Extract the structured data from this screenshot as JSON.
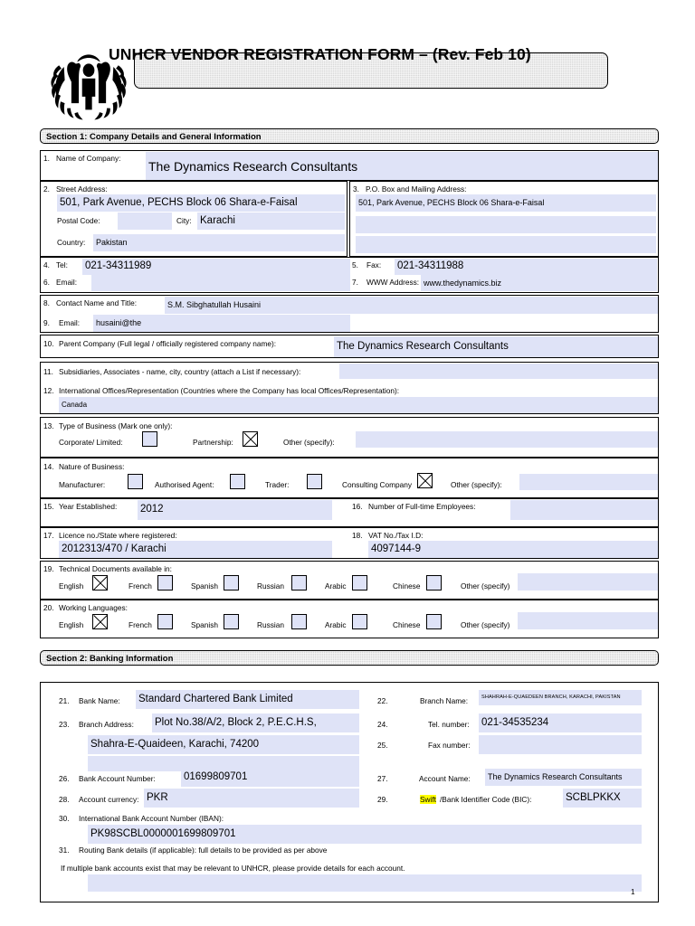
{
  "document": {
    "title": "UNHCR VENDOR REGISTRATION FORM – (Rev. Feb 10)",
    "logo_alt": "unhcr-logo",
    "page_number": "1"
  },
  "sections": {
    "section1_title": "Section 1: Company Details and General Information",
    "section2_title": "Section 2: Banking Information"
  },
  "fields": {
    "f1": {
      "num": "1.",
      "label": "Name of Company:",
      "value": "The Dynamics Research Consultants"
    },
    "f2": {
      "num": "2.",
      "label": "Street Address:",
      "street": "501, Park Avenue, PECHS Block 06 Shara-e-Faisal",
      "postal_label": "Postal Code:",
      "postal_value": "",
      "city_label": "City:",
      "city_value": "Karachi",
      "country_label": "Country:",
      "country_value": "Pakistan"
    },
    "f3": {
      "num": "3.",
      "label": "P.O. Box and Mailing Address:",
      "line1": "501, Park Avenue, PECHS Block 06 Shara-e-Faisal",
      "line2": "",
      "line3": ""
    },
    "f4": {
      "num": "4.",
      "label": "Tel:",
      "value": "021-34311989"
    },
    "f5": {
      "num": "5.",
      "label": "Fax:",
      "value": "021-34311988"
    },
    "f6": {
      "num": "6.",
      "label": "Email:",
      "value": ""
    },
    "f7": {
      "num": "7.",
      "label": "WWW Address:",
      "value": "www.thedynamics.biz"
    },
    "f8": {
      "num": "8.",
      "label": "Contact Name and Title:",
      "value": "S.M. Sibghatullah Husaini"
    },
    "f9": {
      "num": "9.",
      "label": "Email:",
      "value": "husaini@the"
    },
    "f10": {
      "num": "10.",
      "label": "Parent Company (Full legal / officially registered company name):",
      "value": "The Dynamics Research Consultants"
    },
    "f11": {
      "num": "11.",
      "label": "Subsidiaries, Associates - name, city, country (attach a List if necessary):",
      "value": ""
    },
    "f12": {
      "num": "12.",
      "label": "International Offices/Representation (Countries where the Company has local Offices/Representation):",
      "value": "Canada"
    },
    "f13": {
      "num": "13.",
      "label": "Type of Business (Mark one only):",
      "options": [
        {
          "label": "Corporate/ Limited:",
          "checked": false
        },
        {
          "label": "Partnership:",
          "checked": true
        },
        {
          "label": "Other (specify):",
          "checked": false
        }
      ],
      "other_value": ""
    },
    "f14": {
      "num": "14.",
      "label": "Nature of Business:",
      "options": [
        {
          "label": "Manufacturer:",
          "checked": false
        },
        {
          "label": "Authorised Agent:",
          "checked": false
        },
        {
          "label": "Trader:",
          "checked": false
        },
        {
          "label": "Consulting Company",
          "checked": true
        },
        {
          "label": "Other (specify):",
          "checked": false
        }
      ],
      "other_value": ""
    },
    "f15": {
      "num": "15.",
      "label": "Year Established:",
      "value": "2012"
    },
    "f16": {
      "num": "16.",
      "label": "Number of Full-time Employees:",
      "value": ""
    },
    "f17": {
      "num": "17.",
      "label": "Licence no./State where registered:",
      "value": "2012313/470 / Karachi"
    },
    "f18": {
      "num": "18.",
      "label": "VAT No./Tax I.D:",
      "value": "4097144-9"
    },
    "f19": {
      "num": "19.",
      "label": "Technical Documents available in:",
      "languages": [
        {
          "label": "English",
          "checked": true
        },
        {
          "label": "French",
          "checked": false
        },
        {
          "label": "Spanish",
          "checked": false
        },
        {
          "label": "Russian",
          "checked": false
        },
        {
          "label": "Arabic",
          "checked": false
        },
        {
          "label": "Chinese",
          "checked": false
        }
      ],
      "other_label": "Other (specify)",
      "other_value": ""
    },
    "f20": {
      "num": "20.",
      "label": "Working Languages:",
      "languages": [
        {
          "label": "English",
          "checked": true
        },
        {
          "label": "French",
          "checked": false
        },
        {
          "label": "Spanish",
          "checked": false
        },
        {
          "label": "Russian",
          "checked": false
        },
        {
          "label": "Arabic",
          "checked": false
        },
        {
          "label": "Chinese",
          "checked": false
        }
      ],
      "other_label": "Other (specify)",
      "other_value": ""
    },
    "f21": {
      "num": "21.",
      "label": "Bank Name:",
      "value": "Standard Chartered Bank Limited"
    },
    "f22": {
      "num": "22.",
      "label": "Branch Name:",
      "value": "SHAHRAH-E-QUAEDEEN BRANCH, KARACHI, PAKISTAN"
    },
    "f23": {
      "num": "23.",
      "label": "Branch Address:",
      "line1": "Plot No.38/A/2, Block 2, P.E.C.H.S,",
      "line2": "Shahra-E-Quaideen, Karachi, 74200",
      "line3": ""
    },
    "f24": {
      "num": "24.",
      "label": "Tel. number:",
      "value": "021-34535234"
    },
    "f25": {
      "num": "25.",
      "label": "Fax number:",
      "value": ""
    },
    "f26": {
      "num": "26.",
      "label": "Bank Account Number:",
      "value": "01699809701"
    },
    "f27": {
      "num": "27.",
      "label": "Account Name:",
      "value": "The Dynamics Research Consultants"
    },
    "f28": {
      "num": "28.",
      "label": "Account currency:",
      "value": "PKR"
    },
    "f29": {
      "num": "29.",
      "label_highlight": "Swift",
      "label_rest": "/Bank Identifier Code (BIC):",
      "value": "SCBLPKKX"
    },
    "f30": {
      "num": "30.",
      "label": "International Bank Account Number (IBAN):",
      "value": "PK98SCBL0000001699809701"
    },
    "f31": {
      "num": "31.",
      "label": "Routing Bank details (if applicable): full details to be provided as per above"
    },
    "note": {
      "text": "If multiple bank accounts exist that may be relevant to UNHCR, please provide details for each account.",
      "value": ""
    }
  },
  "colors": {
    "field_bg": "#dfe3f7",
    "highlight": "#ffff00",
    "bar_bg": "#d6d6d6"
  }
}
